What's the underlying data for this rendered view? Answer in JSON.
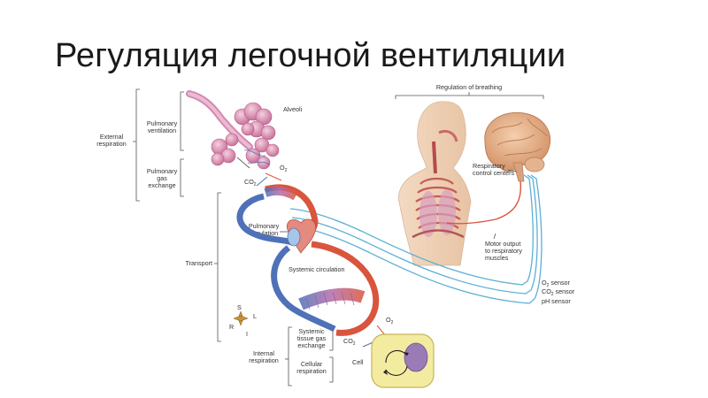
{
  "slide": {
    "title": "Регуляция легочной вентиляции"
  },
  "figure": {
    "regulation_title": "Regulation of breathing",
    "alveoli": "Alveoli",
    "external_respiration": [
      "External",
      "respiration"
    ],
    "pulmonary_ventilation": [
      "Pulmonary",
      "ventilation"
    ],
    "pulmonary_gas_exchange": [
      "Pulmonary",
      "gas",
      "exchange"
    ],
    "transport": "Transport",
    "pulmonary_circulation": [
      "Pulmonary",
      "circulation"
    ],
    "systemic_circulation": "Systemic circulation",
    "internal_respiration": [
      "Internal",
      "respiration"
    ],
    "systemic_tissue_gas_exchange": [
      "Systemic",
      "tissue gas",
      "exchange"
    ],
    "cellular_respiration": [
      "Cellular",
      "respiration"
    ],
    "cell": "Cell",
    "respiratory_control_centers": [
      "Respiratory",
      "control centers"
    ],
    "motor_output": [
      "Motor output",
      "to respiratory",
      "muscles"
    ],
    "sensors": {
      "o2": [
        "O",
        "2",
        " sensor"
      ],
      "co2": [
        "CO",
        "2",
        " sensor"
      ],
      "ph": "pH sensor"
    },
    "gas_o2": [
      "O",
      "2"
    ],
    "gas_co2": [
      "CO",
      "2"
    ],
    "compass": {
      "s": "S",
      "l": "L",
      "r": "R",
      "i": "I"
    },
    "colors": {
      "artery_red": "#d9553d",
      "vein_blue": "#4f71b8",
      "sensor_line": "#5ab0d4",
      "motor_line": "#d9553d",
      "alveoli_pink": "#e6a3c0",
      "cell_fill": "#f3eba0",
      "nucleus": "#9a7bb5"
    }
  }
}
